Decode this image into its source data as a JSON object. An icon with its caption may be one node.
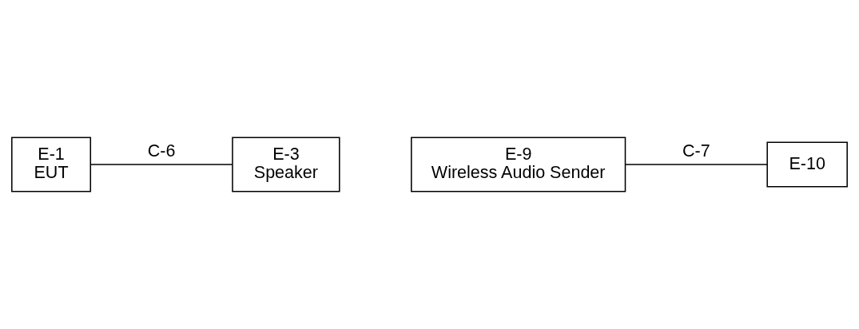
{
  "diagram": {
    "nodes": [
      {
        "text": [
          "E-1",
          "EUT"
        ]
      },
      {
        "text": [
          "E-3",
          "Speaker"
        ]
      },
      {
        "text": [
          "E-9",
          "Wireless Audio Sender"
        ]
      },
      {
        "text": [
          "E-10"
        ]
      }
    ],
    "edges": [
      {
        "from": 0,
        "to": 1,
        "arrow": "none",
        "label": "C-6"
      },
      {
        "from": 2,
        "to": 3,
        "arrow": "none",
        "label": "C-7"
      }
    ]
  }
}
